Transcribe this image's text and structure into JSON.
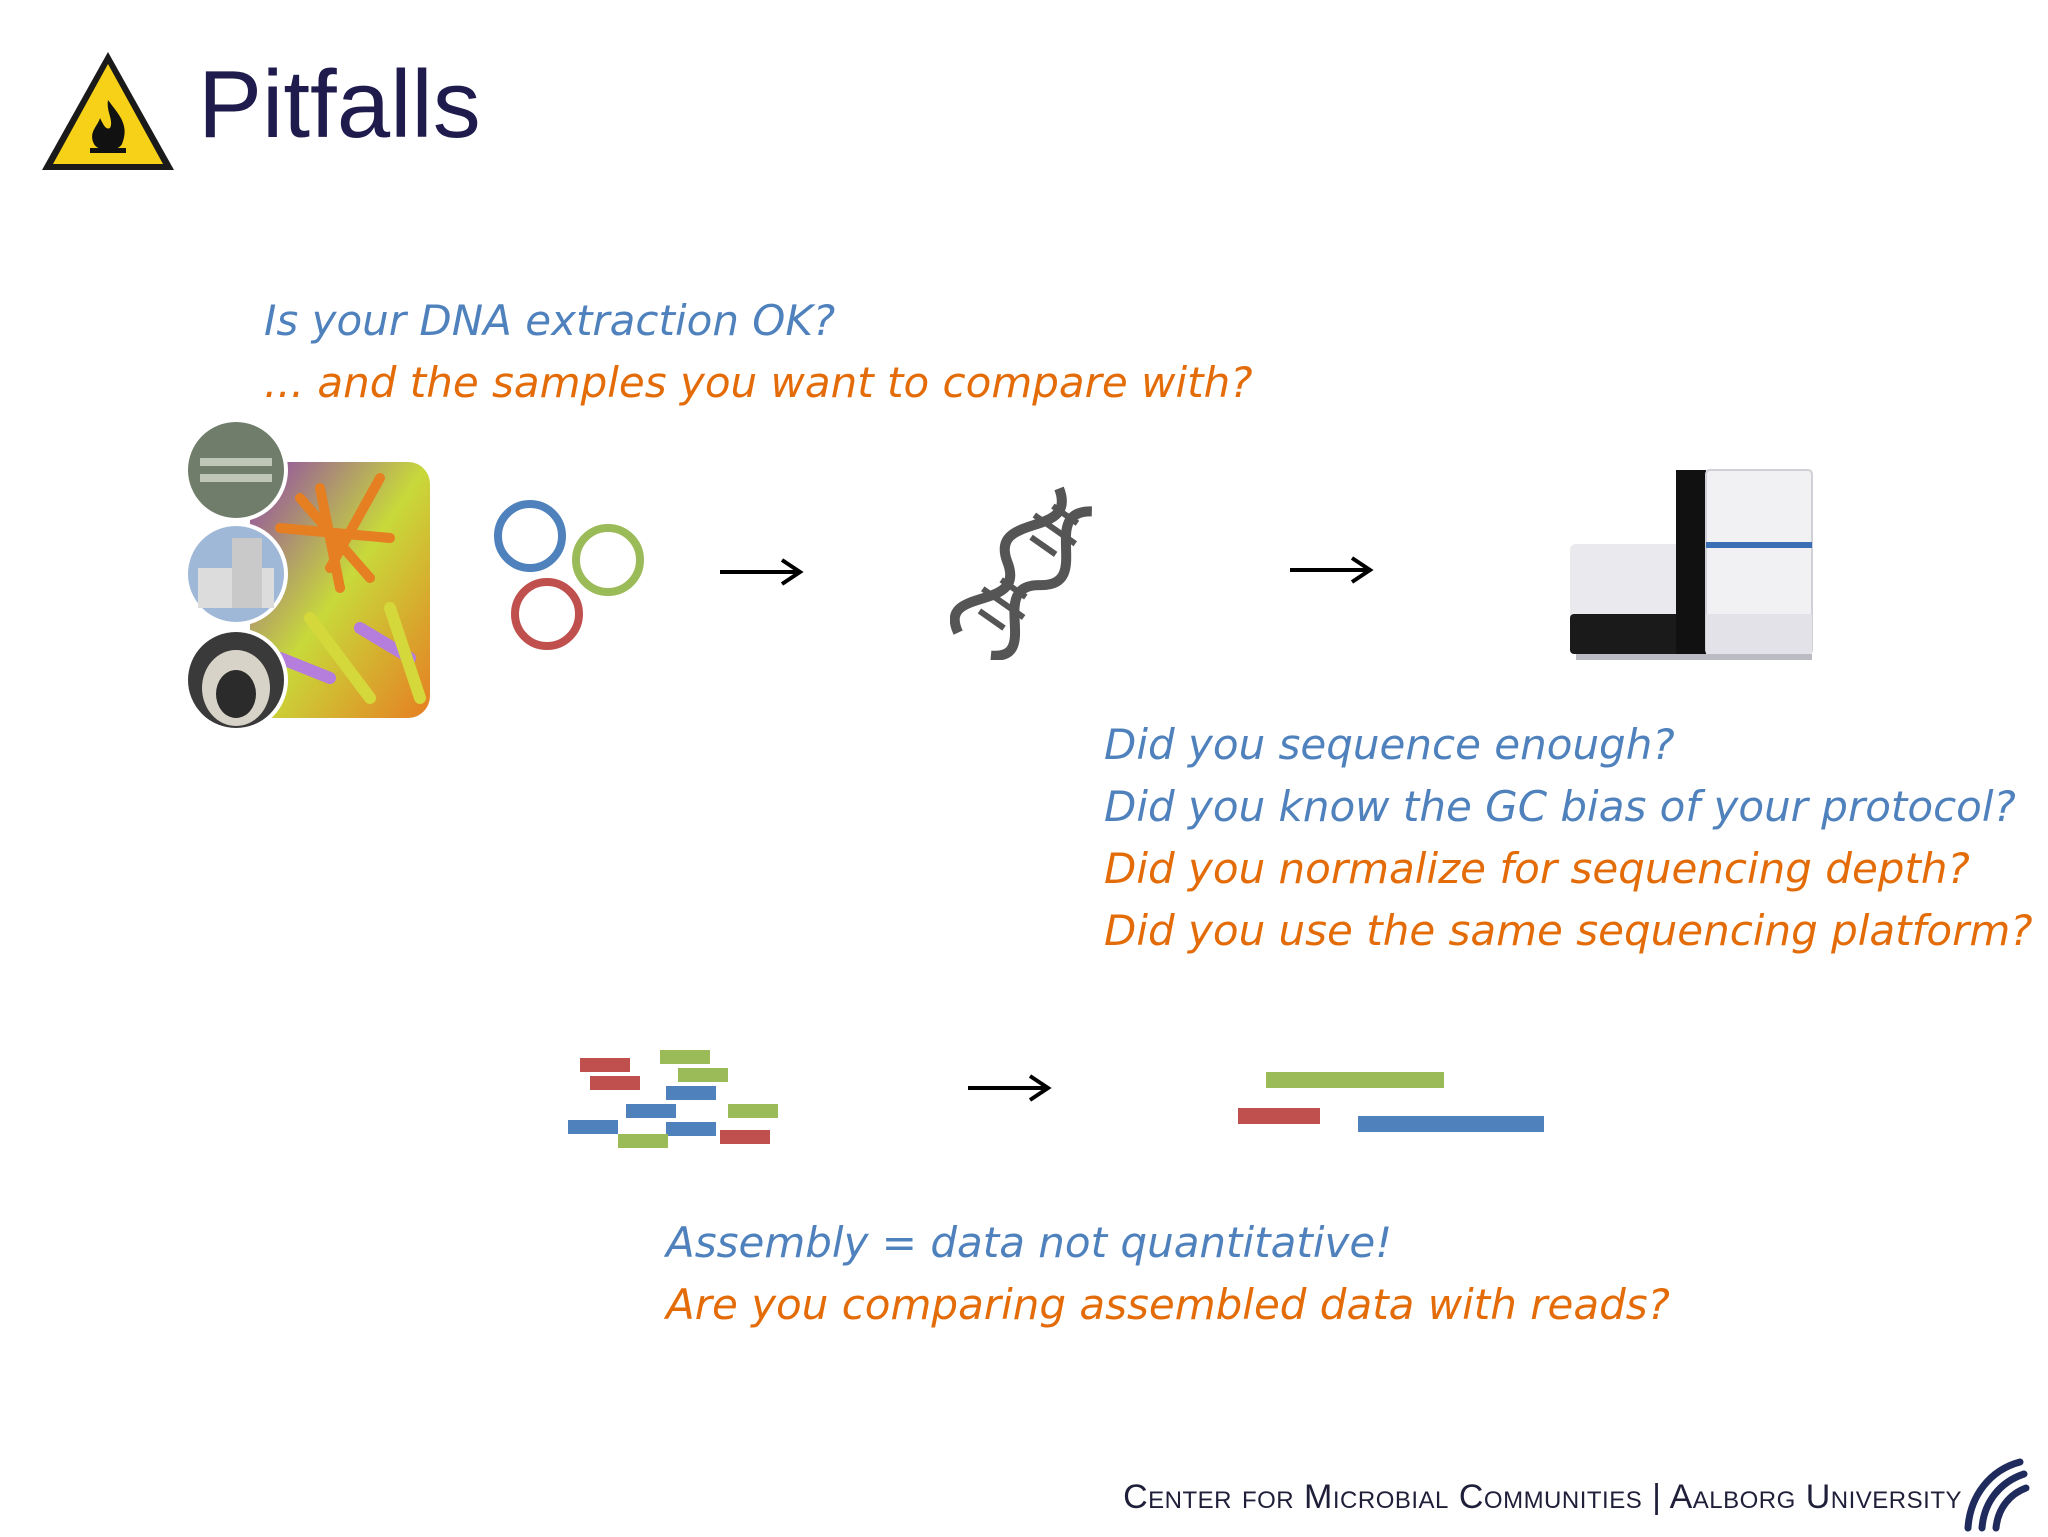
{
  "slide": {
    "title": "Pitfalls",
    "title_icon": "flammable-warning-icon"
  },
  "questions": {
    "extraction": [
      "Is your DNA extraction OK?",
      "... and the samples you want to compare with?"
    ],
    "sequencing": [
      "Did you sequence enough?",
      "Did you know the GC bias of your protocol?",
      "Did you normalize for sequencing depth?",
      "Did you use the same sequencing platform?"
    ],
    "assembly": [
      "Assembly = data not quantitative!",
      "Are you comparing assembled data with reads?"
    ]
  },
  "workflow": {
    "icons": [
      "samples-photo-collage",
      "cells-circles-icon",
      "dna-helix-icon",
      "sequencer-machine-icon",
      "short-reads-icon",
      "assembled-contigs-icon"
    ],
    "arrows": [
      "arrow-right-icon",
      "arrow-right-icon",
      "arrow-right-icon"
    ]
  },
  "footer": {
    "text": "Center for Microbial Communities | Aalborg University",
    "logo": "aalborg-university-logo"
  },
  "colors": {
    "blue": "#4f81bd",
    "orange": "#e36c09",
    "green": "#9bbb59",
    "red": "#c0504d",
    "title": "#1f1b4d"
  }
}
